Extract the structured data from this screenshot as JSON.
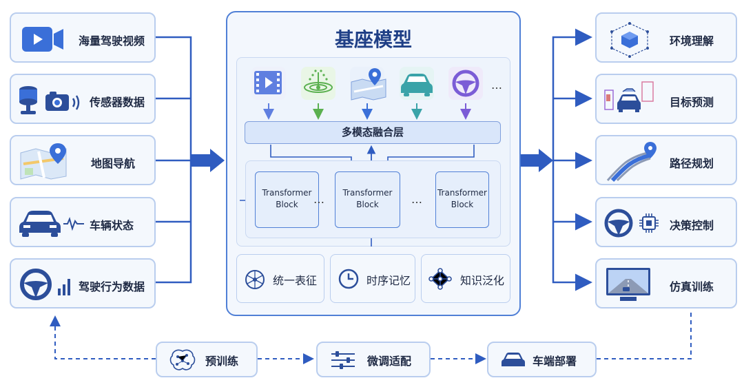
{
  "title": "基座模型",
  "inputs": [
    "海量驾驶视频",
    "传感器数据",
    "地图导航",
    "车辆状态",
    "驾驶行为数据"
  ],
  "outputs": [
    "环境理解",
    "目标预测",
    "路径规划",
    "决策控制",
    "仿真训练"
  ],
  "fusion_layer": "多模态融合层",
  "transformer": {
    "line1": "Transformer",
    "line2": "Block"
  },
  "ellipsis": "…",
  "features": [
    "统一表征",
    "时序记忆",
    "知识泛化"
  ],
  "pipeline": [
    "预训练",
    "微调适配",
    "车端部署"
  ],
  "colors": {
    "accent": "#4f7fd6",
    "dark_blue": "#1f3f86",
    "line": "#2f5cc0"
  }
}
